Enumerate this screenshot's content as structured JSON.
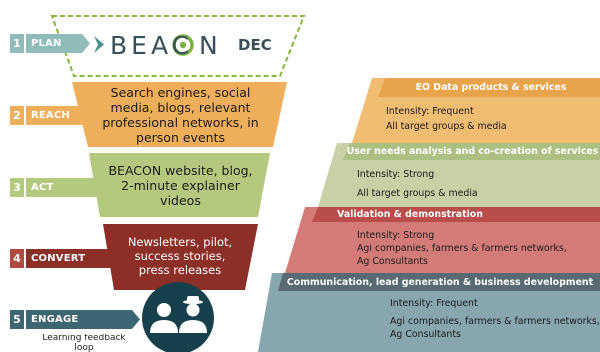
{
  "colors": {
    "plan": "#8fbcb8",
    "reach": "#eeae5a",
    "act": "#b5c97e",
    "convert": "#8c2f27",
    "engage": "#3c6672",
    "eo": "#f0bd72",
    "user": "#c7d1a5",
    "validation": "#d37c77",
    "communication": "#86a7ad",
    "beacon_green": "#7ab342",
    "beacon_text": "#3a4e57"
  },
  "funnel": {
    "logo_word_left": "BEAC",
    "logo_word_right": "N",
    "logo_suffix": "DEC",
    "reach_text": "Search engines, social media, blogs, relevant professional networks, in person events",
    "act_text": "BEACON website, blog, 2-minute explainer videos",
    "convert_text": "Newsletters, pilot, success stories, press releases"
  },
  "steps": [
    {
      "num": "1",
      "label": "PLAN"
    },
    {
      "num": "2",
      "label": "REACH"
    },
    {
      "num": "3",
      "label": "ACT"
    },
    {
      "num": "4",
      "label": "CONVERT"
    },
    {
      "num": "5",
      "label": "ENGAGE"
    }
  ],
  "engage_caption": "Learning feedback loop",
  "engage_icon": "farmers-people-icon",
  "right_panels": [
    {
      "header": "EO Data products & services",
      "lines": [
        "Intensity: Frequent",
        "All target groups & media"
      ]
    },
    {
      "header": "User needs analysis and co-creation of services",
      "lines": [
        "Intensity: Strong",
        "All target groups & media"
      ]
    },
    {
      "header": "Validation & demonstration",
      "lines": [
        "Intensity: Strong",
        "Agi companies, farmers & farmers networks,",
        "Ag Consultants"
      ]
    },
    {
      "header": "Communication, lead generation & business development",
      "lines": [
        "Intensity: Frequent",
        "Agi companies, farmers & farmers networks,",
        "Ag Consultants"
      ]
    }
  ]
}
